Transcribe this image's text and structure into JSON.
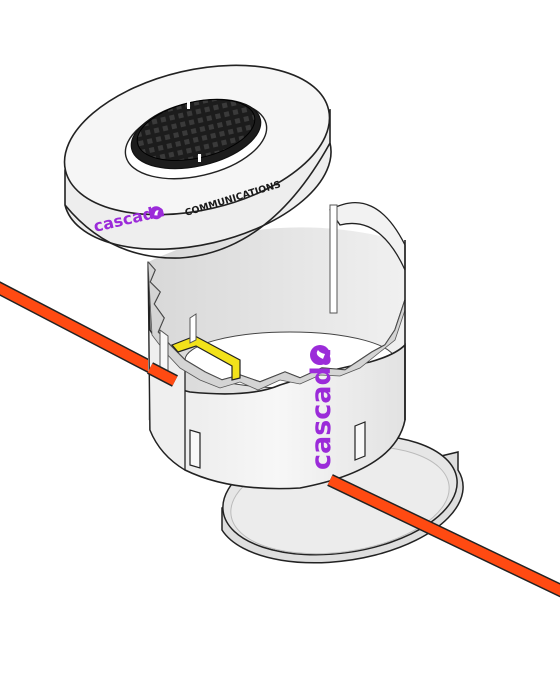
{
  "lid": {
    "label_text": "COMMUNICATIONS",
    "brand_text": "cascada"
  },
  "body": {
    "brand_text": "cascada"
  },
  "colors": {
    "brand_purple": "#9b2bd9",
    "cable_orange": "#ff4a12",
    "bracket_yellow": "#f2e21a",
    "concrete_white": "#f4f4f4",
    "outline": "#222222",
    "grate_black": "#1c1c1c",
    "base_grey": "#e6e6e6"
  },
  "icons": {
    "brand_logo": "cascada-drop-icon"
  }
}
